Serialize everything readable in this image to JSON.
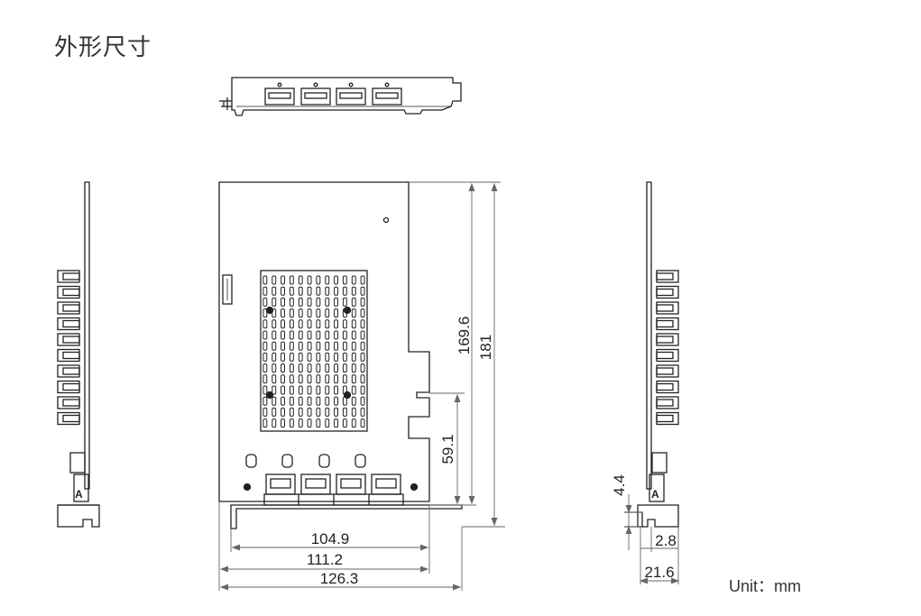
{
  "title": "外形尺寸",
  "unit_label": "Unit：mm",
  "dimensions": {
    "height_pcb": "169.6",
    "height_total": "181",
    "connector_height": "59.1",
    "width_1": "104.9",
    "width_2": "111.2",
    "width_3": "126.3",
    "side_offset": "4.4",
    "side_thickness": "2.8",
    "side_depth": "21.6"
  },
  "port_count": 4
}
